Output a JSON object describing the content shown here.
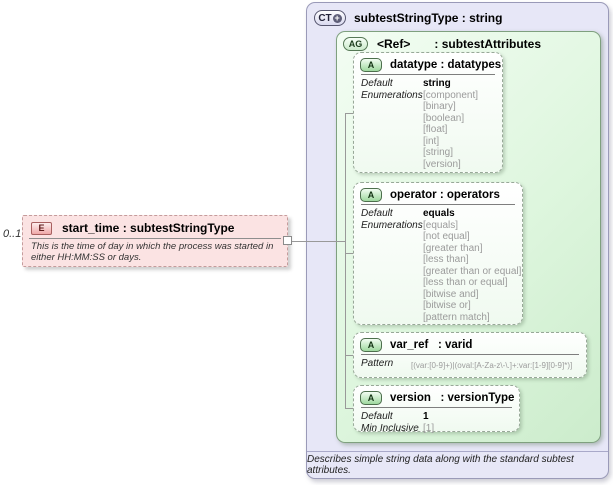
{
  "cardinality": "0..1",
  "element": {
    "badge": "E",
    "title": "start_time : subtestStringType",
    "doc": "This is the time of day in which the process was started in either HH:MM:SS or days."
  },
  "complex_type": {
    "badge": "CT",
    "expand_glyph": "+",
    "title": "subtestStringType : string",
    "footer": "Describes simple string data along with the standard subtest attributes."
  },
  "attribute_group": {
    "badge": "AG",
    "ref": "<Ref>",
    "type_label": ": subtestAttributes"
  },
  "attributes": [
    {
      "badge": "A",
      "title": "datatype : datatypes",
      "rows": [
        {
          "label": "Default",
          "value": "string"
        },
        {
          "label": "Enumerations",
          "value": "[component]"
        },
        {
          "label": "",
          "value": "[binary]"
        },
        {
          "label": "",
          "value": "[boolean]"
        },
        {
          "label": "",
          "value": "[float]"
        },
        {
          "label": "",
          "value": "[int]"
        },
        {
          "label": "",
          "value": "[string]"
        },
        {
          "label": "",
          "value": "[version]"
        }
      ]
    },
    {
      "badge": "A",
      "title": "operator : operators",
      "rows": [
        {
          "label": "Default",
          "value": "equals"
        },
        {
          "label": "Enumerations",
          "value": "[equals]"
        },
        {
          "label": "",
          "value": "[not equal]"
        },
        {
          "label": "",
          "value": "[greater than]"
        },
        {
          "label": "",
          "value": "[less than]"
        },
        {
          "label": "",
          "value": "[greater than or equal]"
        },
        {
          "label": "",
          "value": "[less than or equal]"
        },
        {
          "label": "",
          "value": "[bitwise and]"
        },
        {
          "label": "",
          "value": "[bitwise or]"
        },
        {
          "label": "",
          "value": "[pattern match]"
        }
      ]
    },
    {
      "badge": "A",
      "title": "var_ref   : varid",
      "rows": [
        {
          "label": "Pattern",
          "value": "[(var:[0-9]+)|(oval:[A-Za-z\\-\\.]+:var:[1-9][0-9]*)]"
        }
      ]
    },
    {
      "badge": "A",
      "title": "version   : versionType",
      "rows": [
        {
          "label": "Default",
          "value": "1"
        },
        {
          "label": "Min Inclusive",
          "value": "[1]"
        }
      ]
    }
  ]
}
